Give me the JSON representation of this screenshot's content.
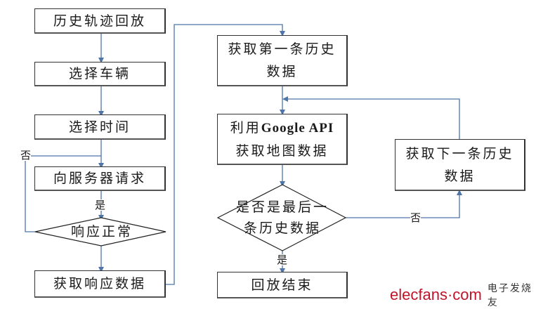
{
  "flowchart": {
    "nodes": {
      "replay": "历史轨迹回放",
      "select_vehicle": "选择车辆",
      "select_time": "选择时间",
      "request_server": "向服务器请求",
      "response_ok": "响应正常",
      "get_response": "获取响应数据",
      "get_first_line1": "获取第一条历史",
      "get_first_line2": "数据",
      "google_line1_cn": "利用",
      "google_line1_en": "Google API",
      "google_line2": "获取地图数据",
      "is_last_line1": "是否是最后一",
      "is_last_line2": "条历史数据",
      "replay_end": "回放结束",
      "get_next_line1": "获取下一条历史",
      "get_next_line2": "数据"
    },
    "edge_labels": {
      "response_no": "否",
      "request_yes": "是",
      "last_yes": "是",
      "last_no": "否"
    },
    "edges": [
      {
        "from": "replay",
        "to": "select_vehicle"
      },
      {
        "from": "select_vehicle",
        "to": "select_time"
      },
      {
        "from": "select_time",
        "to": "request_server"
      },
      {
        "from": "request_server",
        "to": "response_ok",
        "label": "是"
      },
      {
        "from": "response_ok",
        "to": "request_server",
        "label": "否"
      },
      {
        "from": "response_ok",
        "to": "get_response"
      },
      {
        "from": "get_response",
        "to": "get_first"
      },
      {
        "from": "get_first",
        "to": "google"
      },
      {
        "from": "google",
        "to": "is_last"
      },
      {
        "from": "is_last",
        "to": "replay_end",
        "label": "是"
      },
      {
        "from": "is_last",
        "to": "get_next",
        "label": "否"
      },
      {
        "from": "get_next",
        "to": "google"
      }
    ],
    "line_color": "#4f74a8"
  },
  "watermark": {
    "logo": "elecfans·com",
    "tagline": "电子发烧友",
    "logo_color": "#c0142a"
  }
}
